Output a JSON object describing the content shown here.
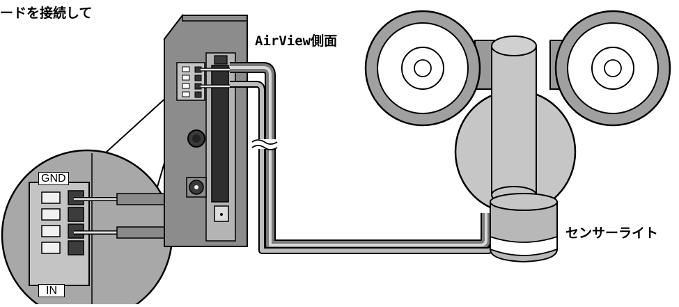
{
  "labels": {
    "instruction": "ードを接続して",
    "device_side": "AirView側面",
    "sensor_light": "センサーライト",
    "gnd": "GND",
    "in": "IN"
  },
  "colors": {
    "device_body": "#8c8c8c",
    "device_panel": "#b4b4b4",
    "cable_outer": "#7a7a7a",
    "cable_inner": "#d8d8d8",
    "lamp_body": "#c6c6c6",
    "terminal_dark": "#3c3c3c",
    "outline": "#000000"
  }
}
